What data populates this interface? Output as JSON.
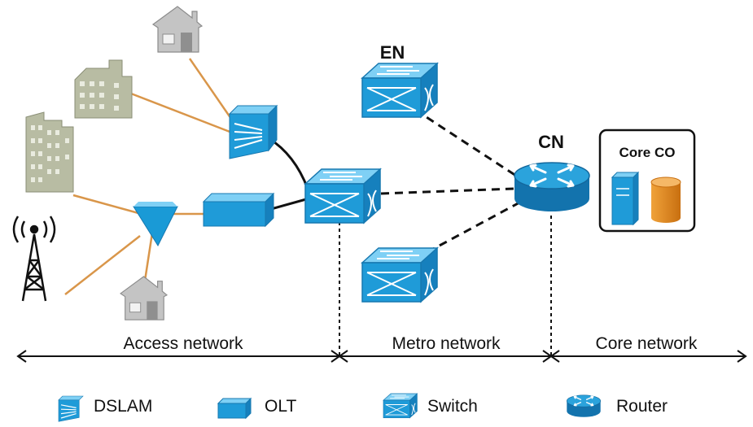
{
  "nodes": {
    "edge_node_label": "EN",
    "core_node_label": "CN",
    "core_co_label": "Core CO"
  },
  "segments": {
    "access": "Access network",
    "metro": "Metro network",
    "core": "Core network"
  },
  "legend": {
    "dslam": "DSLAM",
    "olt": "OLT",
    "switch": "Switch",
    "router": "Router"
  },
  "colors": {
    "device_blue": "#1a9ad6",
    "access_link": "#d9964a",
    "building": "#b8bca3",
    "house": "#b0b0b0",
    "storage": "#e08a1e"
  }
}
